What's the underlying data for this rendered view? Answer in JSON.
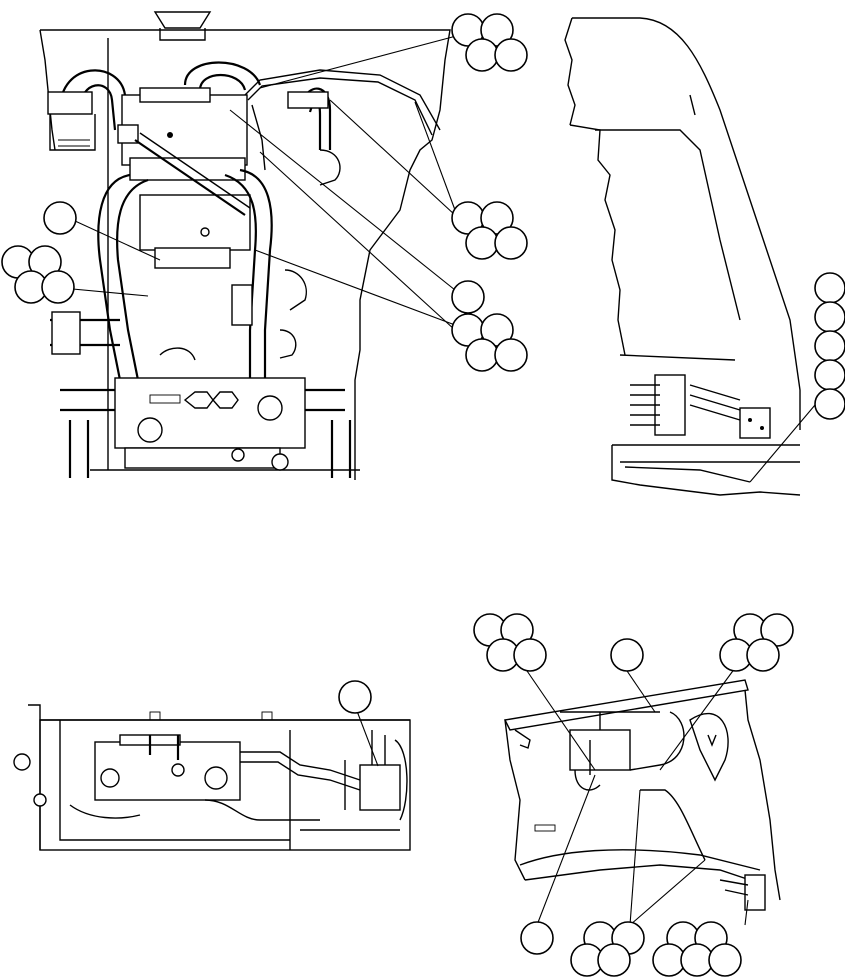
{
  "figure": {
    "views": [
      {
        "id": "hydraulic-valve-assembly-top-view"
      },
      {
        "id": "frame-side-view"
      },
      {
        "id": "valve-bank-lower-view"
      },
      {
        "id": "frame-rail-routing-view"
      }
    ],
    "callout_count": 43,
    "balloon_labels": "none"
  }
}
